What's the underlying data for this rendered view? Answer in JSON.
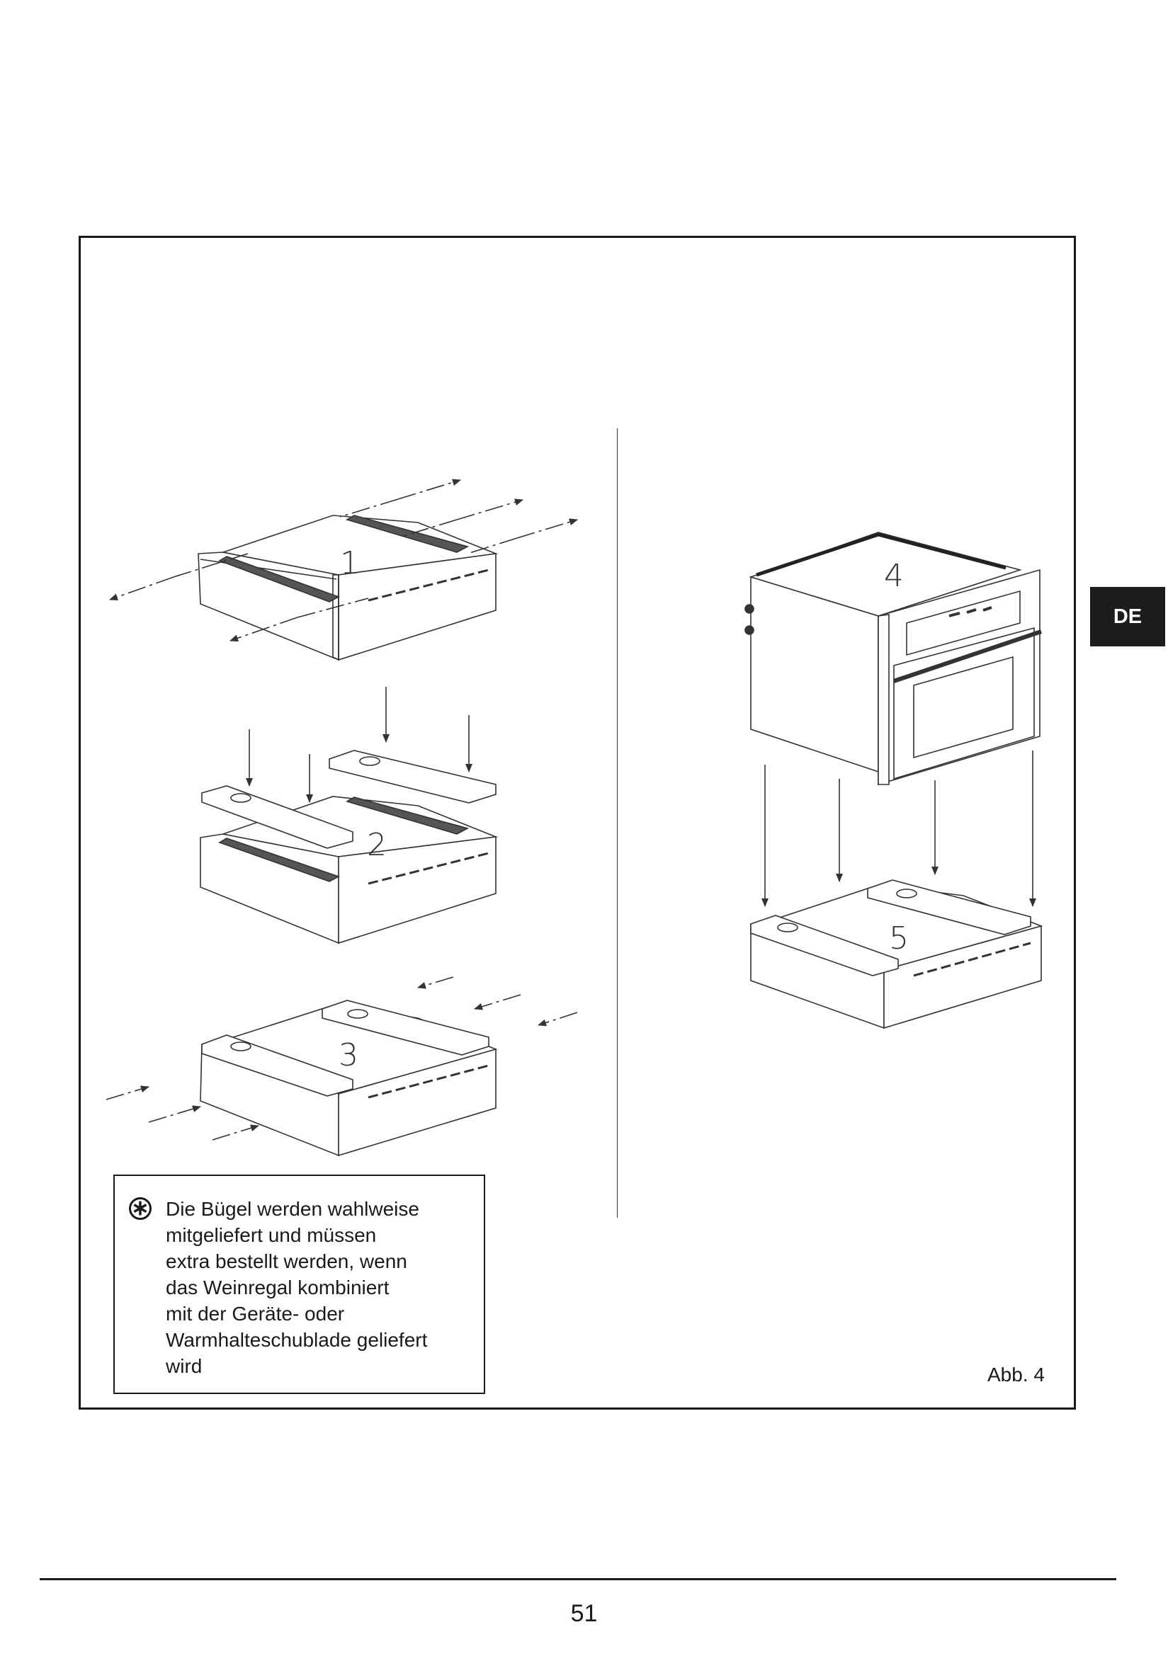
{
  "language_tab": "DE",
  "note": {
    "icon": "asterisk-circle-icon",
    "lines": [
      "Die Bügel werden wahlweise",
      "mitgeliefert und müssen",
      "extra bestellt werden, wenn",
      "das Weinregal kombiniert",
      "mit der Geräte- oder",
      "Warmhalteschublade geliefert",
      "wird"
    ]
  },
  "figure": {
    "caption": "Abb. 4",
    "step_labels": [
      "1",
      "2",
      "3",
      "4",
      "5"
    ]
  },
  "page_number": "51"
}
